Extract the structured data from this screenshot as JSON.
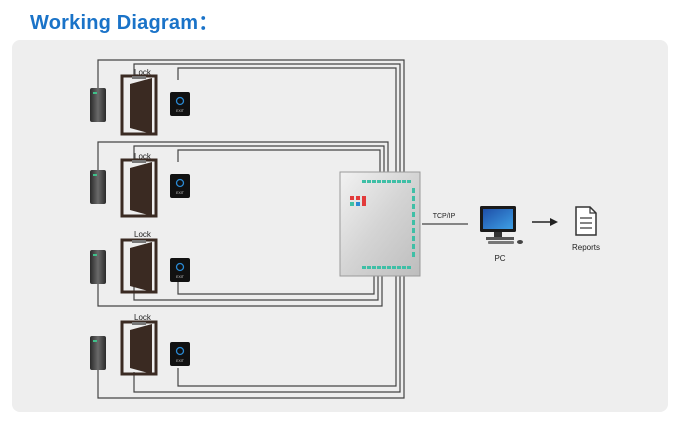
{
  "title": "Working Diagram：",
  "doors": [
    {
      "lock_label": "Lock"
    },
    {
      "lock_label": "Lock"
    },
    {
      "lock_label": "Lock"
    },
    {
      "lock_label": "Lock"
    }
  ],
  "exit_button_text": "EXIT",
  "link_label": "TCP/IP",
  "pc_label": "PC",
  "reports_label": "Reports",
  "icons": {
    "reader": "card-reader-icon",
    "door": "door-icon",
    "exit": "exit-button-icon",
    "controller": "access-controller-icon",
    "pc": "desktop-computer-icon",
    "arrow": "arrow-right-icon",
    "reports": "document-icon"
  },
  "colors": {
    "title": "#1a73c8",
    "panel": "#eeeeee",
    "wire": "#444444",
    "door": "#3a2a22",
    "exit_led": "#2a8ad4",
    "terminal": "#3fbfa6"
  }
}
